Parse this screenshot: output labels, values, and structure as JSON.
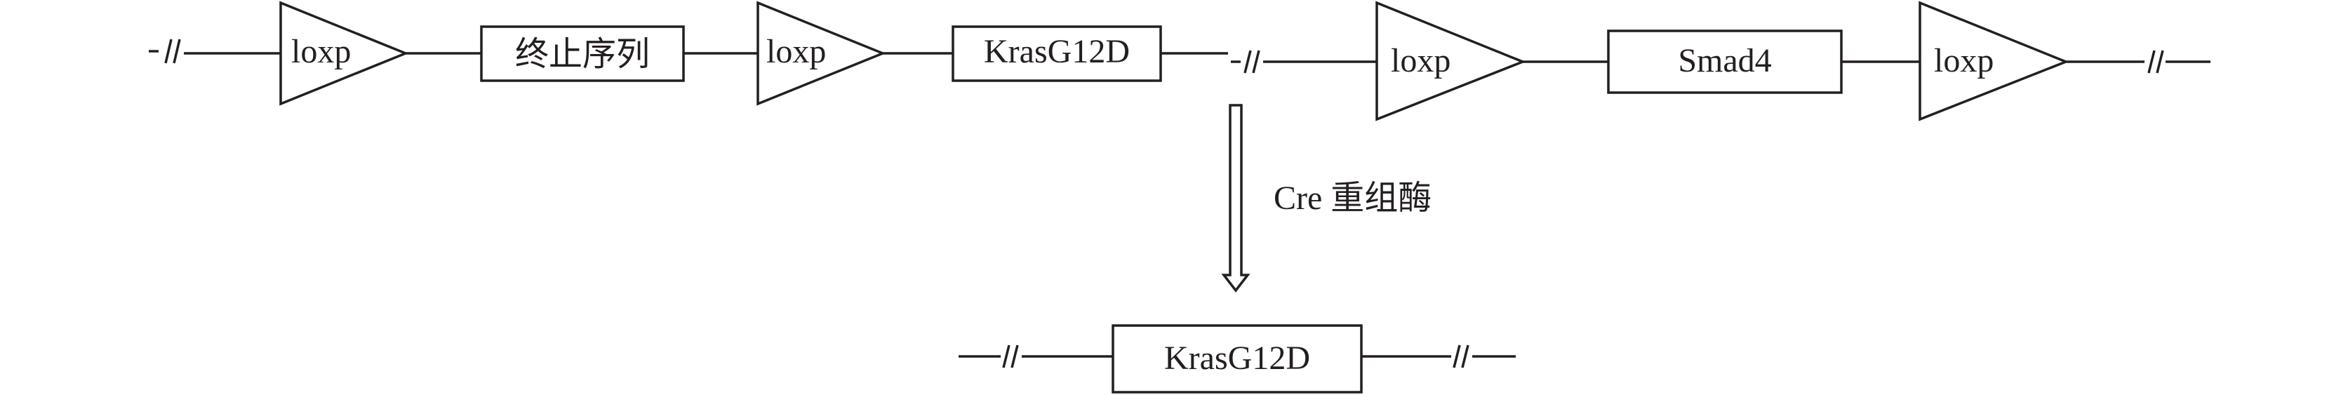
{
  "construct_top_left": {
    "loxp_1": "loxp",
    "stop_cassette": "终止序列",
    "loxp_2": "loxp",
    "gene": "KrasG12D"
  },
  "construct_top_right": {
    "loxp_1": "loxp",
    "gene": "Smad4",
    "loxp_2": "loxp"
  },
  "recombination_step": "Cre 重组酶",
  "construct_result": {
    "gene": "KrasG12D"
  },
  "colors": {
    "line": "#231f20",
    "fill": "#ffffff"
  }
}
